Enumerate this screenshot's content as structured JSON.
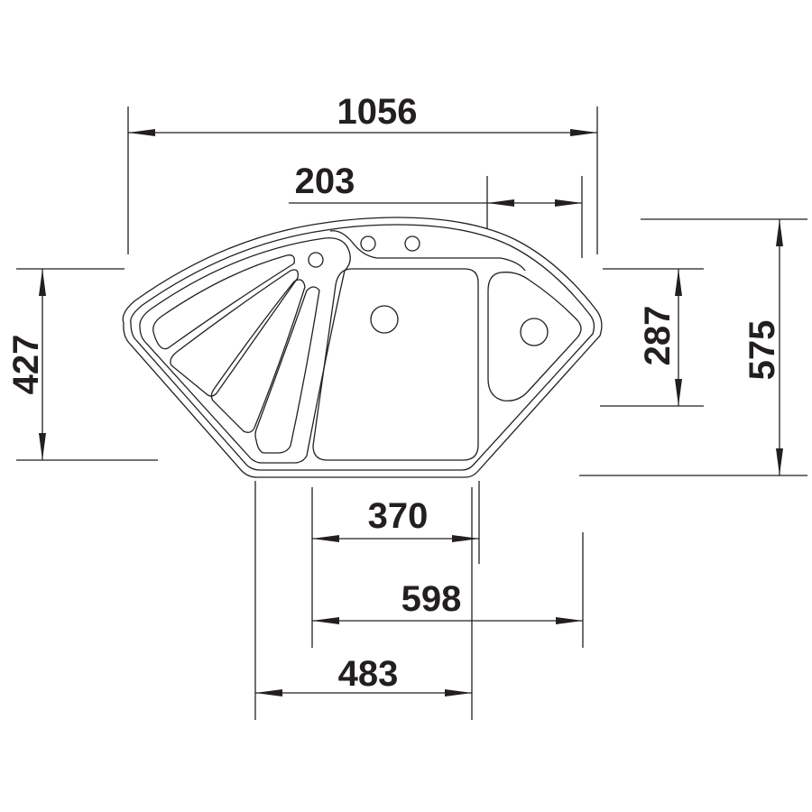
{
  "dimensions": {
    "total_width": "1056",
    "tap_offset": "203",
    "left_depth": "427",
    "right_depth": "287",
    "total_depth": "575",
    "main_bowl_width": "370",
    "bowls_width": "598",
    "front_width": "483"
  }
}
